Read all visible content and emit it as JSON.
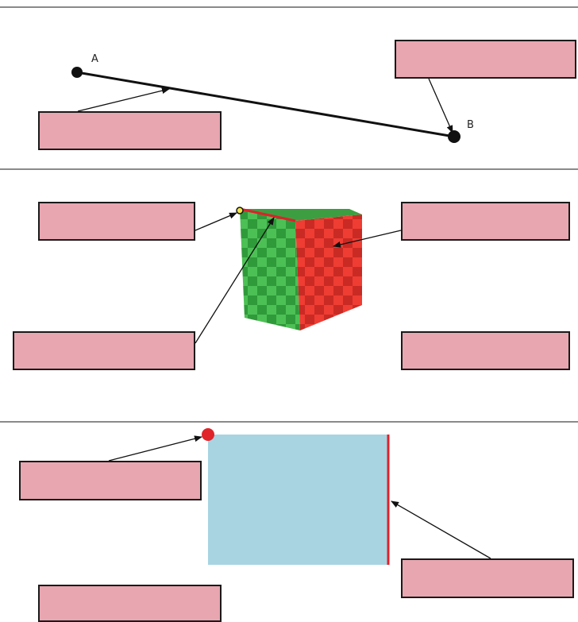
{
  "points": {
    "a_label": "A",
    "b_label": "B"
  },
  "colors": {
    "label_box_fill": "#e8a6b0",
    "label_box_border": "#1a1a1a",
    "divider": "#8a8a8a",
    "cube_green": "#3aa845",
    "cube_red": "#d8302a",
    "rectangle_fill": "#a8d4e2",
    "edge_highlight": "#e0202a",
    "vertex_highlight": "#e0242a",
    "vertex_small": "#f2e64a"
  },
  "icons": {
    "panel1": "line-segment-diagram",
    "panel2": "cube-diagram",
    "panel3": "rectangle-diagram"
  }
}
